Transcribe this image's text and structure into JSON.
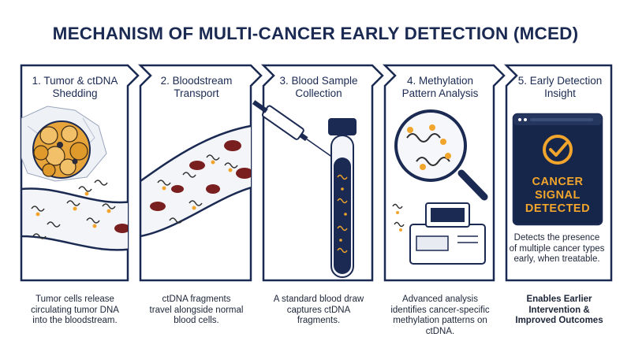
{
  "title": "MECHANISM OF MULTI-CANCER EARLY DETECTION (MCED)",
  "steps": [
    {
      "heading": "1. Tumor & ctDNA\nShedding",
      "caption": "Tumor cells release\ncirculating tumor DNA\ninto the bloodstream."
    },
    {
      "heading": "2. Bloodstream\nTransport",
      "caption": "ctDNA fragments\ntravel alongside normal\nblood cells."
    },
    {
      "heading": "3. Blood Sample\nCollection",
      "caption": "A standard blood draw\ncaptures ctDNA\nfragments."
    },
    {
      "heading": "4. Methylation\nPattern Analysis",
      "caption": "Advanced analysis\nidentifies cancer-specific\nmethylation patterns on\nctDNA."
    },
    {
      "heading": "5. Early Detection\nInsight",
      "caption": "Enables Earlier\nIntervention &\nImproved Outcomes"
    }
  ],
  "screen": {
    "signal_lines": [
      "CANCER",
      "SIGNAL",
      "DETECTED"
    ],
    "insight_text": "Detects the presence\nof multiple cancer types\nearly, when treatable."
  },
  "colors": {
    "navy": "#1b2a52",
    "accent_orange": "#f2a52c",
    "blood_red": "#7a1f1f",
    "screen_bg": "#16264a"
  }
}
